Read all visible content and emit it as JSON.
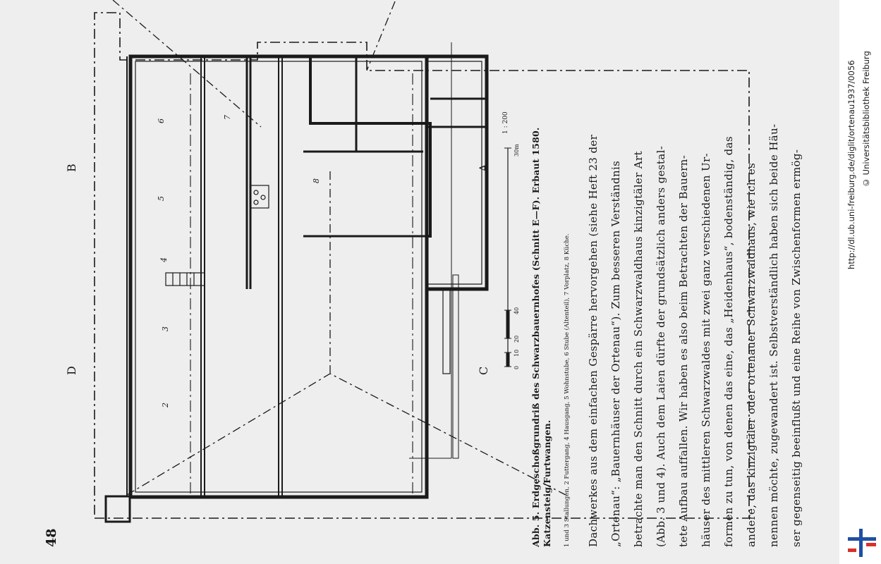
{
  "page": {
    "number": "48",
    "figure_title": "Abb. 5. Erdgeschoßgrundriß des Schwarzbauernhofes (Schnitt E—F). Erbaut 1580. Katzensteig/Furtwangen.",
    "figure_legend": "1 und 3 Stallungen, 2 Futtergang, 4 Hausgang, 5 Wohnstube, 6 Stube (Altenteil), 7 Vorplatz, 8 Küche.",
    "body_lines": [
      "Dachwerkes aus dem einfachen Gespärre hervorgehen (siehe Heft 23 der",
      "„Ortenau“: „Bauernhäuser der Ortenau“). Zum besseren Verständnis",
      "betrachte man den Schnitt durch ein Schwarzwaldhaus kinzigtäler Art",
      "(Abb. 3 und 4). Auch dem Laien dürfte der grundsätzlich anders gestal-",
      "tete Aufbau auffallen. Wir haben es also beim Betrachten der Bauern-",
      "häuser des mittleren Schwarzwaldes mit zwei ganz verschiedenen Ur-",
      "formen zu tun, von denen das eine, das „Heidenhaus“, bodenständig, das",
      "andere, das kinzigtäler oder ortenauer Schwarzwaldhaus, wie ich es",
      "nennen möchte, zugewandert ist. Selbstverständlich haben sich beide Häu-",
      "ser gegenseitig beeinflußt und eine Reihe von Zwischenformen ermög-"
    ]
  },
  "drawing": {
    "section_letters": [
      "B",
      "A",
      "D",
      "C"
    ],
    "room_numbers": [
      "6",
      "7",
      "5",
      "8",
      "4",
      "3",
      "2"
    ],
    "scale_labels": [
      "0",
      "10",
      "20",
      "40",
      "30m"
    ],
    "scale_ratio": "1 : 200"
  },
  "sidebar": {
    "url": "http://dl.ub.uni-freiburg.de/diglit/ortenau1937/0056",
    "copyright": "© Universitätsbibliothek Freiburg",
    "logo_colors": [
      "#1e4fa3",
      "#d6322a"
    ]
  }
}
